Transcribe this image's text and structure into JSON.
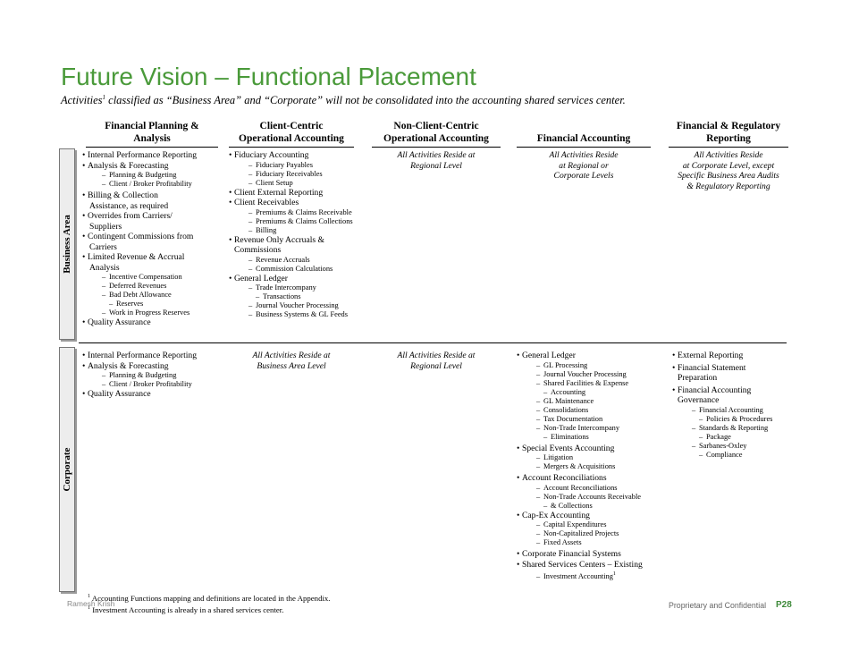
{
  "title": "Future Vision – Functional Placement",
  "subtitle": {
    "text": "Activities",
    "sup": "1",
    "rest": " classified as “Business Area” and “Corporate” will not be consolidated into the accounting shared services center."
  },
  "columns": [
    {
      "line1": "Financial Planning &",
      "line2": "Analysis"
    },
    {
      "line1": "Client-Centric",
      "line2": "Operational Accounting"
    },
    {
      "line1": "Non-Client-Centric",
      "line2": "Operational Accounting"
    },
    {
      "line1": "",
      "line2": "Financial Accounting"
    },
    {
      "line1": "Financial & Regulatory",
      "line2": "Reporting"
    }
  ],
  "rows": {
    "business": "Business Area",
    "corporate": "Corporate"
  },
  "business_area": {
    "fpa": {
      "b1": "Internal Performance Reporting",
      "b2": "Analysis & Forecasting",
      "b2s": [
        "Planning & Budgeting",
        "Client / Broker Profitability"
      ],
      "b3a": "Billing & Collection",
      "b3b": "Assistance, as required",
      "b4a": "Overrides from Carriers/",
      "b4b": "Suppliers",
      "b5a": "Contingent Commissions from",
      "b5b": "Carriers",
      "b6a": "Limited Revenue & Accrual",
      "b6b": "Analysis",
      "b6s": [
        "Incentive Compensation",
        "Deferred Revenues",
        "Bad Debt Allowance"
      ],
      "b6s_cont": "Reserves",
      "b6s_last": "Work in Progress Reserves",
      "b7": "Quality Assurance"
    },
    "cc": {
      "b1": "Fiduciary Accounting",
      "b1s": [
        "Fiduciary Payables",
        "Fiduciary Receivables",
        "Client Setup"
      ],
      "b2": "Client External Reporting",
      "b3": "Client Receivables",
      "b3s": [
        "Premiums & Claims Receivable",
        "Premiums & Claims Collections",
        "Billing"
      ],
      "b4a": "Revenue Only Accruals &",
      "b4b": "Commissions",
      "b4s": [
        "Revenue Accruals",
        "Commission Calculations"
      ],
      "b5": "General Ledger",
      "b5s1": "Trade Intercompany",
      "b5s1b": "Transactions",
      "b5s": [
        "Journal Voucher Processing",
        "Business Systems & GL Feeds"
      ]
    },
    "ncc": {
      "l1": "All Activities Reside at",
      "l2": "Regional Level"
    },
    "fa": {
      "l1": "All Activities Reside",
      "l2": "at Regional or",
      "l3": "Corporate Levels"
    },
    "frr": {
      "l1": "All Activities Reside",
      "l2": "at Corporate Level, except",
      "l3": "Specific Business Area Audits",
      "l4": "& Regulatory Reporting"
    }
  },
  "corporate": {
    "fpa": {
      "b1": "Internal Performance Reporting",
      "b2": "Analysis & Forecasting",
      "b2s": [
        "Planning & Budgeting",
        "Client / Broker Profitability"
      ],
      "b3": "Quality Assurance"
    },
    "cc": {
      "l1": "All Activities Reside at",
      "l2": "Business Area Level"
    },
    "ncc": {
      "l1": "All Activities Reside at",
      "l2": "Regional Level"
    },
    "fa": {
      "gl": "General Ledger",
      "gls": [
        "GL Processing",
        "Journal Voucher Processing",
        "Shared Facilities & Expense"
      ],
      "gls_cont": "Accounting",
      "gls2": [
        "GL Maintenance",
        "Consolidations",
        "Tax Documentation",
        "Non-Trade Intercompany"
      ],
      "gls2_cont": "Eliminations",
      "sea": "Special Events Accounting",
      "seas": [
        "Litigation",
        "Mergers & Acquisitions"
      ],
      "ar": "Account Reconciliations",
      "ars1": "Account Reconciliations",
      "ars2": "Non-Trade Accounts Receivable",
      "ars2_cont": "& Collections",
      "capex": "Cap-Ex Accounting",
      "capexs": [
        "Capital Expenditures",
        "Non-Capitalized Projects",
        "Fixed Assets"
      ],
      "cfs": "Corporate Financial Systems",
      "ssc": "Shared Services Centers – Existing",
      "sscs": "Investment Accounting",
      "sscs_sup": "1"
    },
    "frr": {
      "b1": "External Reporting",
      "b2a": "Financial Statement",
      "b2b": "Preparation",
      "b3a": "Financial Accounting",
      "b3b": "Governance",
      "s1a": "Financial Accounting",
      "s1b": "Policies & Procedures",
      "s2a": "Standards & Reporting",
      "s2b": "Package",
      "s3a": "Sarbanes-Oxley",
      "s3b": "Compliance"
    }
  },
  "footnotes": {
    "sup": "1",
    "n1": "Accounting Functions mapping and definitions are located in the Appendix.",
    "n2": "Investment Accounting is already in a shared services center."
  },
  "footer": {
    "author": "Ramesh Krish",
    "confidential": "Proprietary and Confidential",
    "page": "P28"
  },
  "colors": {
    "title": "#4a9a3a",
    "page_number": "#3e8a3a"
  }
}
